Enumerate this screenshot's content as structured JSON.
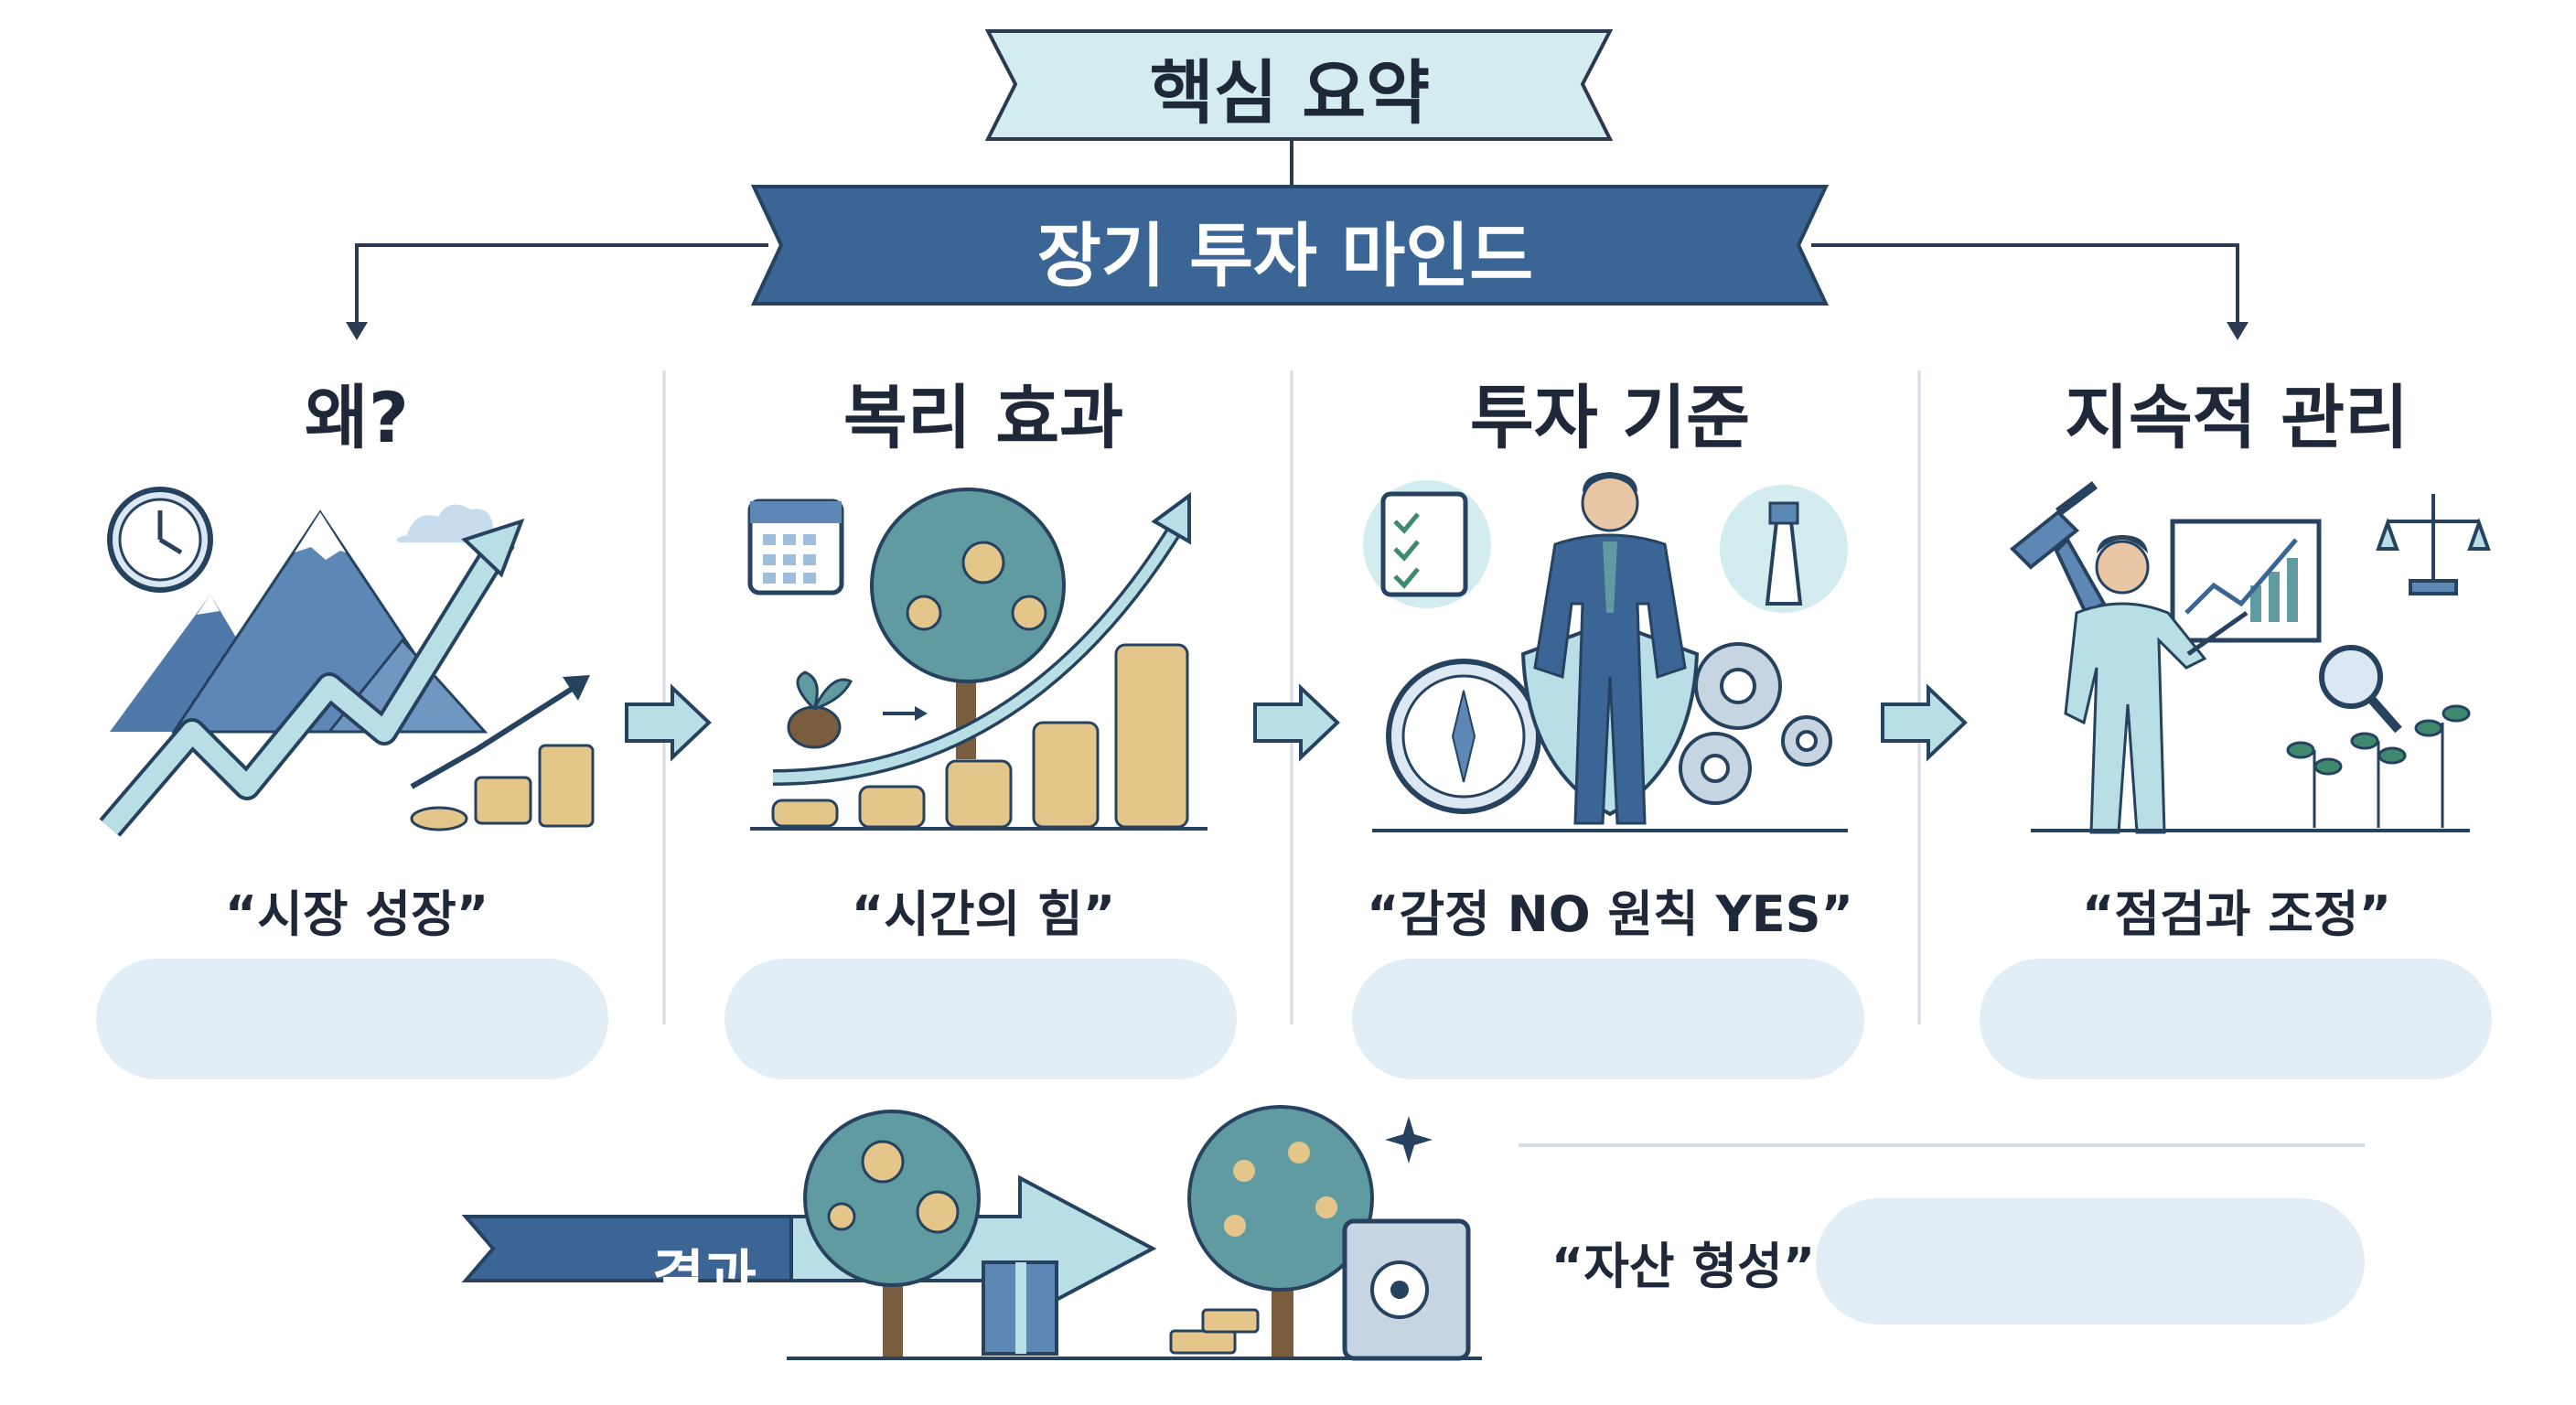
{
  "header": {
    "summary_title": "핵심 요약",
    "main_title": "장기 투자 마인드"
  },
  "columns": [
    {
      "heading": "왜?",
      "quote": "“시장 성장”"
    },
    {
      "heading": "복리 효과",
      "quote": "“시간의 힘”"
    },
    {
      "heading": "투자 기준",
      "quote": "“감정 NO 원칙 YES”"
    },
    {
      "heading": "지속적 관리",
      "quote": "“점검과 조정”"
    }
  ],
  "result": {
    "label": "결과",
    "quote": "“자산 형성”"
  },
  "colors": {
    "navy": "#3a6594",
    "light_teal": "#d3ecf0",
    "pill": "#e3edf6",
    "coin": "#e4c68b"
  }
}
